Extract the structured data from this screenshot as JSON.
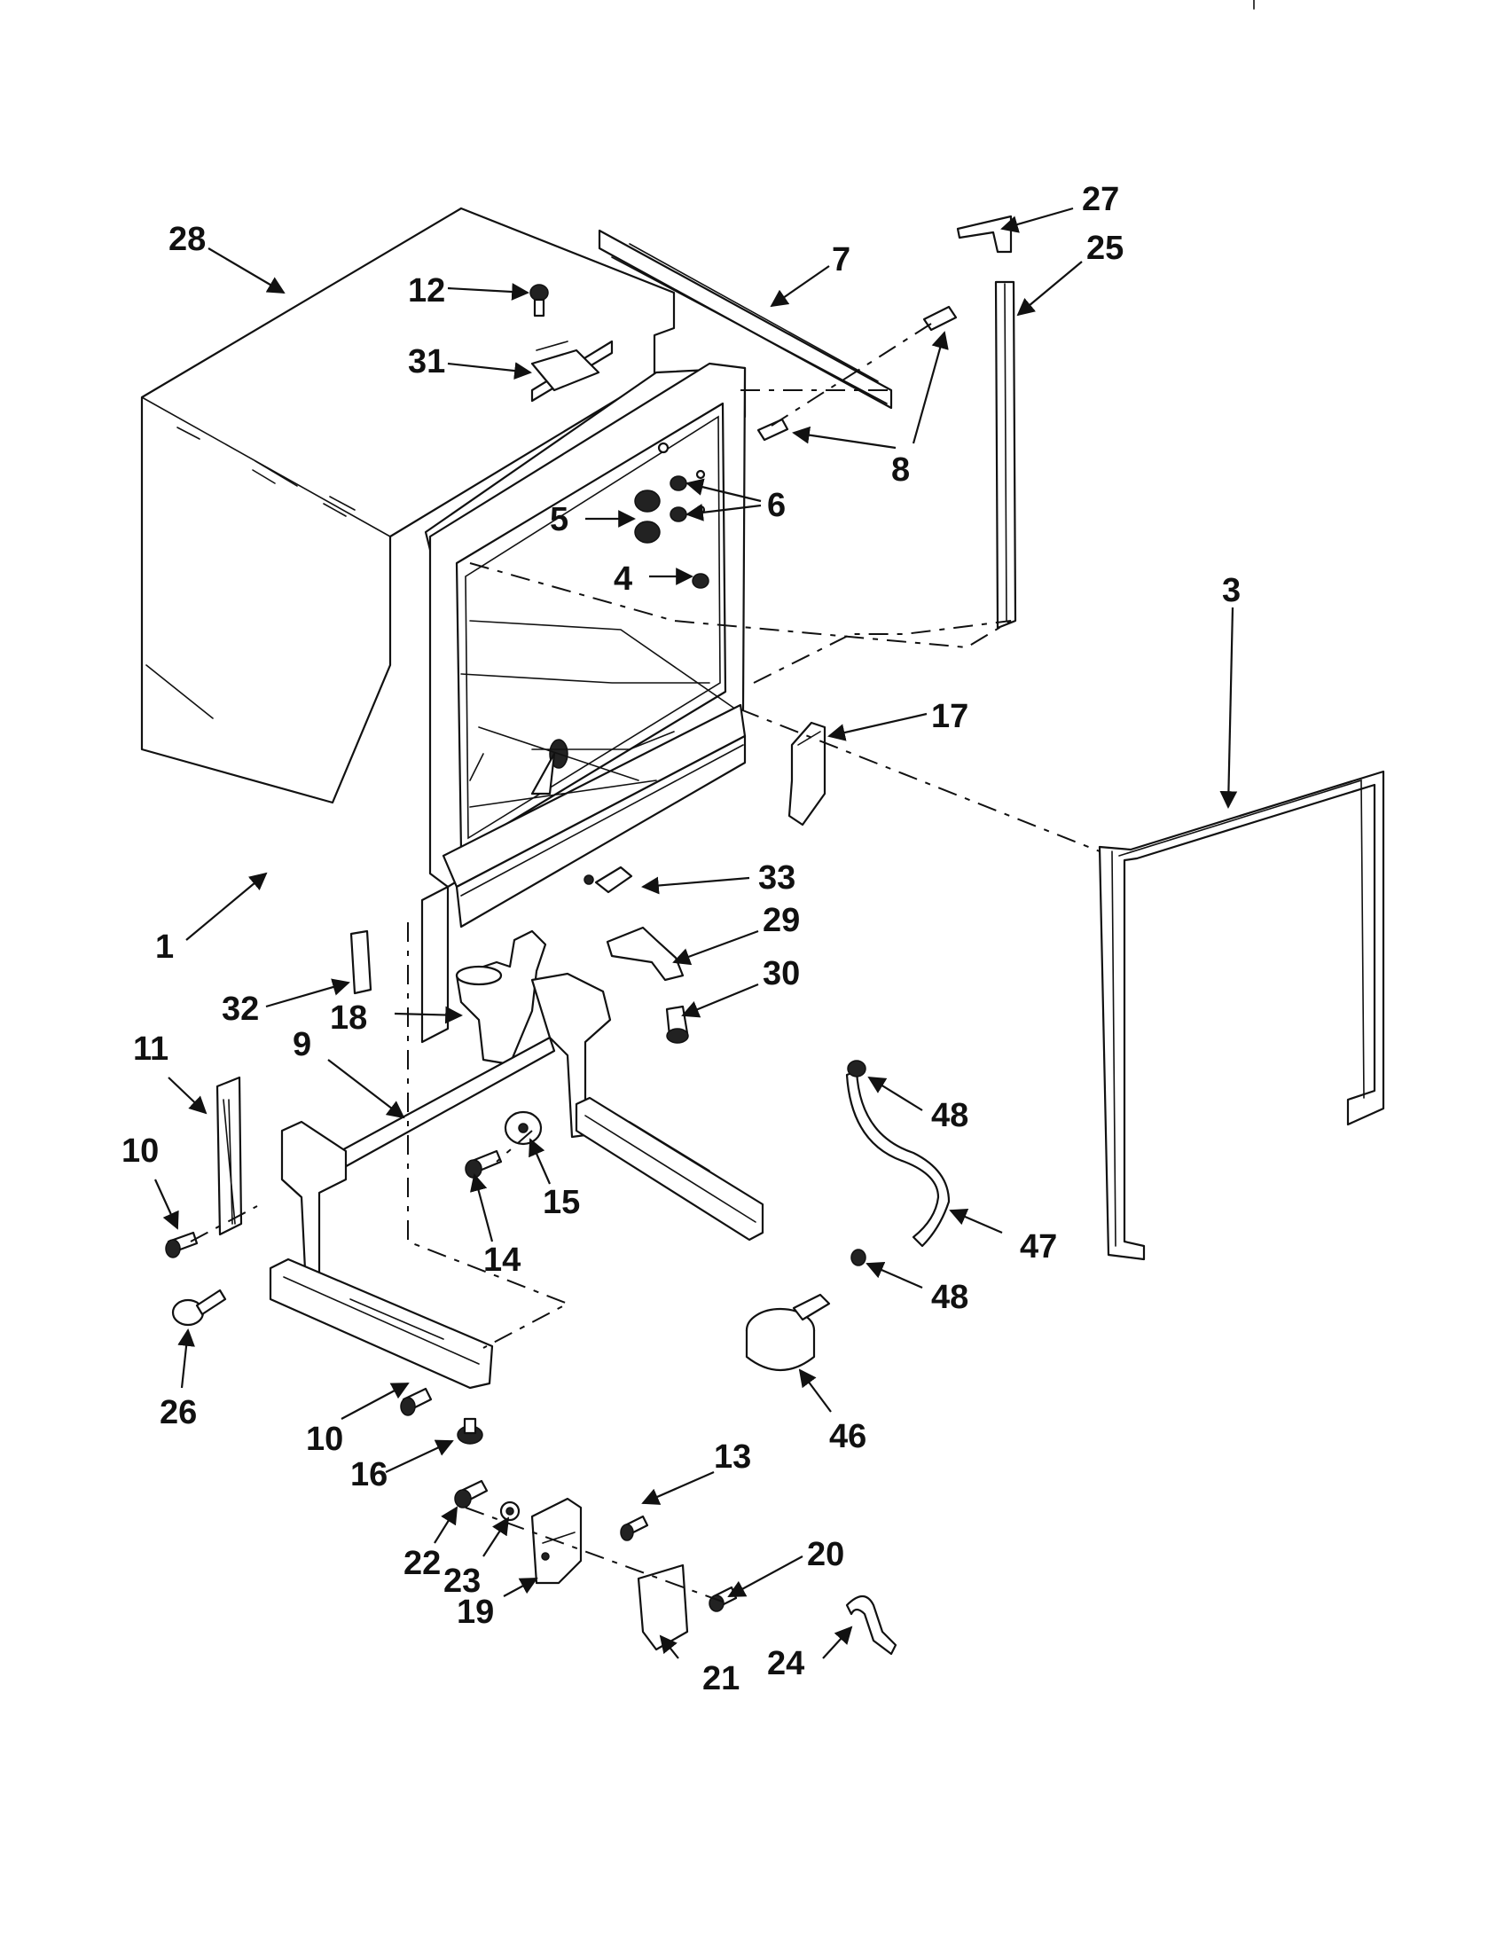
{
  "diagram": {
    "callouts": [
      {
        "id": "c1",
        "text": "1"
      },
      {
        "id": "c3",
        "text": "3"
      },
      {
        "id": "c4",
        "text": "4"
      },
      {
        "id": "c5",
        "text": "5"
      },
      {
        "id": "c6",
        "text": "6"
      },
      {
        "id": "c7",
        "text": "7"
      },
      {
        "id": "c8",
        "text": "8"
      },
      {
        "id": "c9",
        "text": "9"
      },
      {
        "id": "c10a",
        "text": "10"
      },
      {
        "id": "c10b",
        "text": "10"
      },
      {
        "id": "c11",
        "text": "11"
      },
      {
        "id": "c12",
        "text": "12"
      },
      {
        "id": "c13",
        "text": "13"
      },
      {
        "id": "c14",
        "text": "14"
      },
      {
        "id": "c15",
        "text": "15"
      },
      {
        "id": "c16",
        "text": "16"
      },
      {
        "id": "c17",
        "text": "17"
      },
      {
        "id": "c18",
        "text": "18"
      },
      {
        "id": "c19",
        "text": "19"
      },
      {
        "id": "c20",
        "text": "20"
      },
      {
        "id": "c21",
        "text": "21"
      },
      {
        "id": "c22",
        "text": "22"
      },
      {
        "id": "c23",
        "text": "23"
      },
      {
        "id": "c24",
        "text": "24"
      },
      {
        "id": "c25",
        "text": "25"
      },
      {
        "id": "c26",
        "text": "26"
      },
      {
        "id": "c27",
        "text": "27"
      },
      {
        "id": "c28",
        "text": "28"
      },
      {
        "id": "c29",
        "text": "29"
      },
      {
        "id": "c30",
        "text": "30"
      },
      {
        "id": "c31",
        "text": "31"
      },
      {
        "id": "c32",
        "text": "32"
      },
      {
        "id": "c33",
        "text": "33"
      },
      {
        "id": "c46",
        "text": "46"
      },
      {
        "id": "c47",
        "text": "47"
      },
      {
        "id": "c48a",
        "text": "48"
      },
      {
        "id": "c48b",
        "text": "48"
      }
    ]
  }
}
